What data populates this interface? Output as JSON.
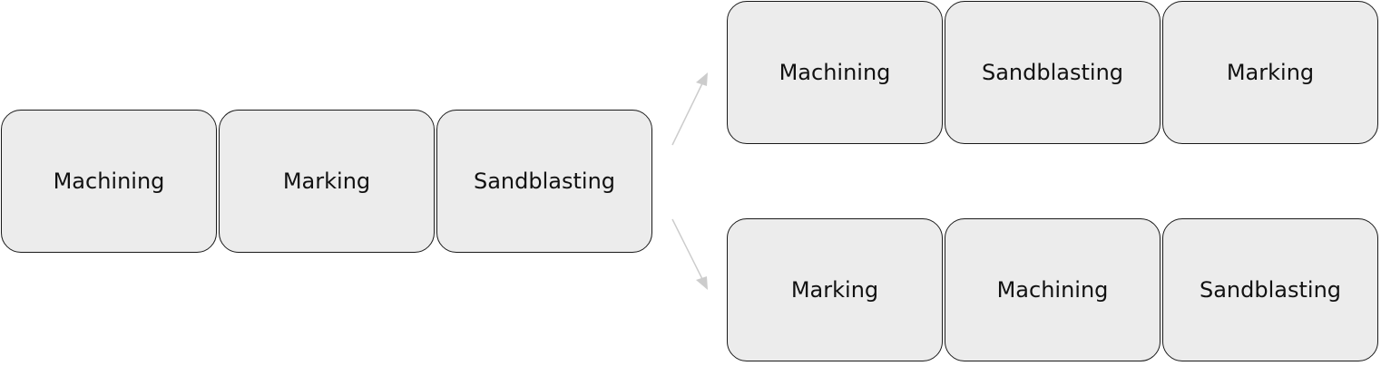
{
  "colors": {
    "box_fill": "#ececec",
    "box_border": "#1a1a1a",
    "arrow": "#cccccc",
    "text": "#111111"
  },
  "original_sequence": {
    "steps": [
      "Machining",
      "Marking",
      "Sandblasting"
    ]
  },
  "variant_top": {
    "steps": [
      "Machining",
      "Sandblasting",
      "Marking"
    ]
  },
  "variant_bottom": {
    "steps": [
      "Marking",
      "Machining",
      "Sandblasting"
    ]
  }
}
